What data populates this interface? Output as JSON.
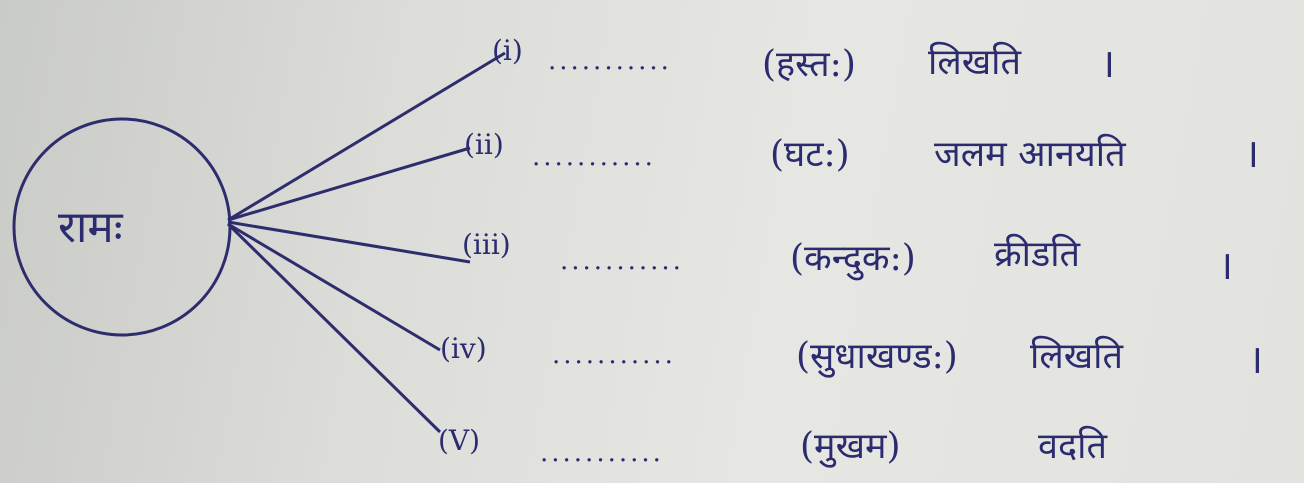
{
  "center_word": "रामः",
  "blank": "...........",
  "rows": [
    {
      "num": "(i)",
      "noun": "(हस्त:)",
      "verb": "लिखति",
      "end": "।"
    },
    {
      "num": "(ii)",
      "noun": "(घट:)",
      "verb": "जलम आनयति",
      "end": "।"
    },
    {
      "num": "(iii)",
      "noun": "(कन्दुक:)",
      "verb": "क्रीडति",
      "end": "।"
    },
    {
      "num": "(iv)",
      "noun": "(सुधाखण्ड:)",
      "verb": "लिखति",
      "end": "।"
    },
    {
      "num": "(V)",
      "noun": "(मुखम)",
      "verb": "वदति",
      "end": ""
    }
  ]
}
